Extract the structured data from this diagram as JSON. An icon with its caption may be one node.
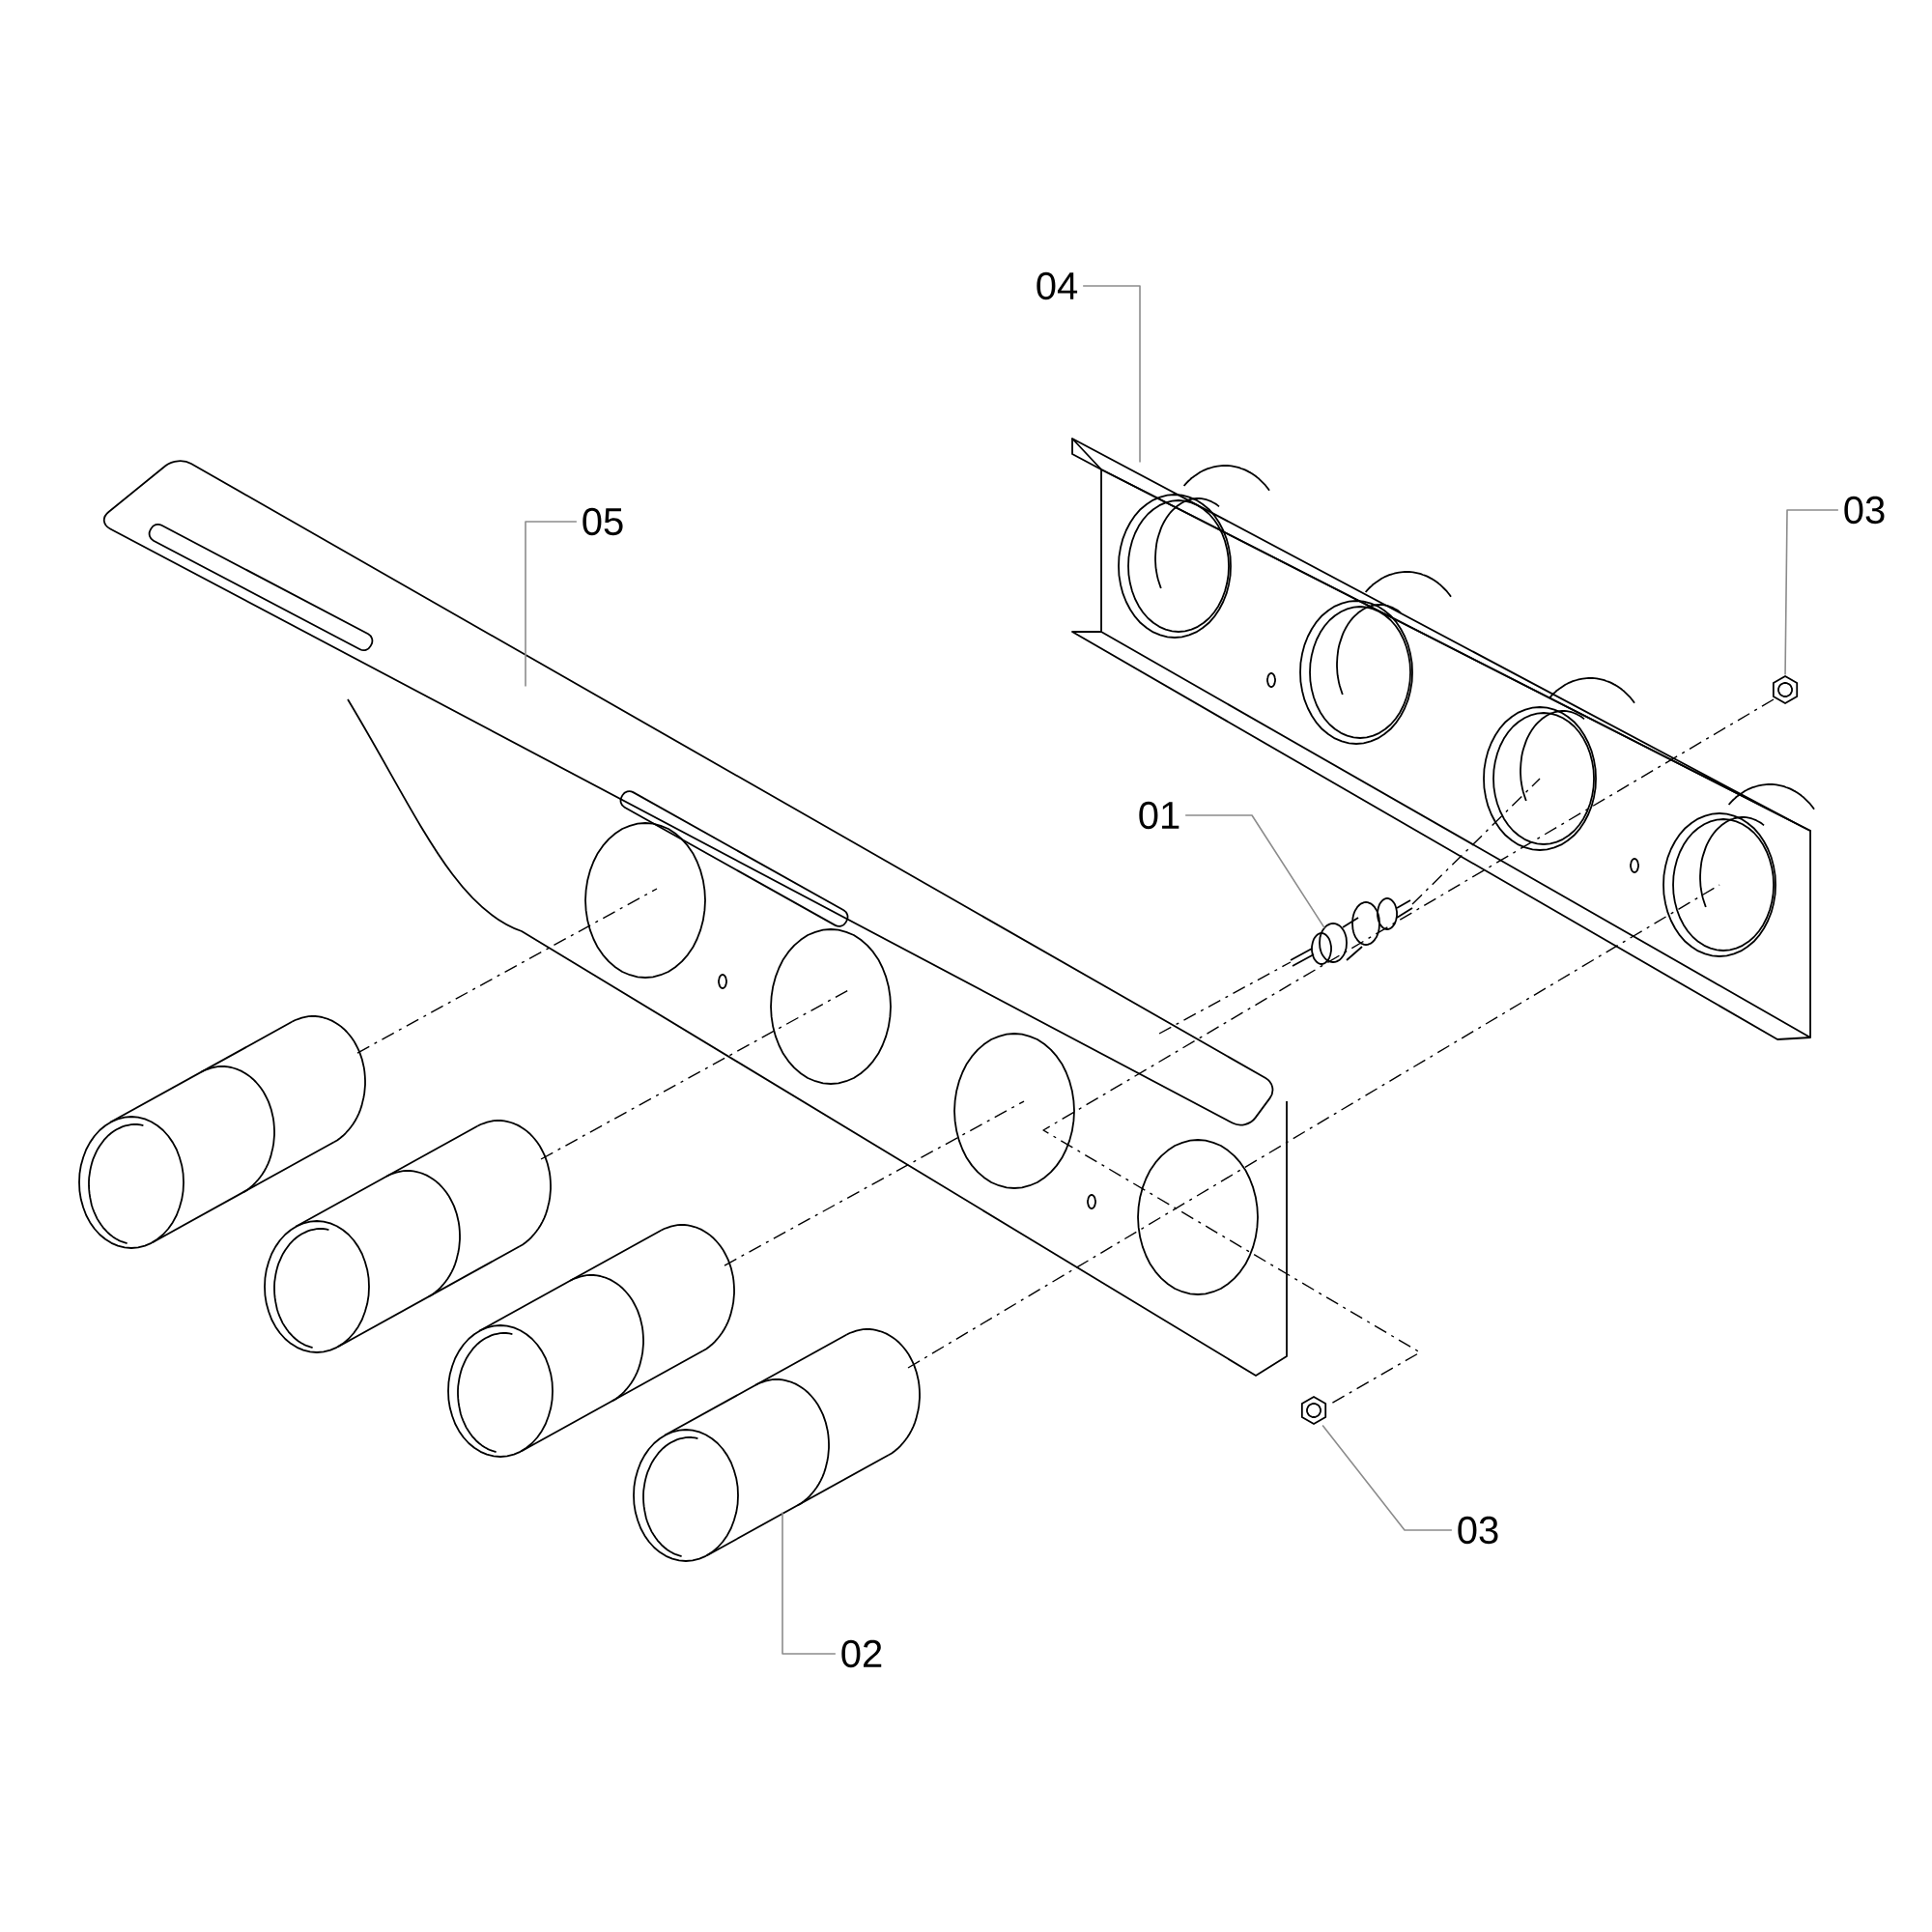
{
  "diagram": {
    "nodes": [
      {
        "text": [
          "04"
        ]
      },
      {
        "text": [
          "05"
        ]
      },
      {
        "text": [
          "03"
        ]
      },
      {
        "text": [
          "01"
        ]
      },
      {
        "text": [
          "03"
        ]
      },
      {
        "text": [
          "02"
        ]
      },
      {
        "text": [],
        "shape": "picture"
      },
      {
        "text": [],
        "shape": "picture"
      },
      {
        "text": [],
        "shape": "picture"
      },
      {
        "text": [],
        "shape": "picture"
      },
      {
        "text": [],
        "shape": "picture"
      },
      {
        "text": [],
        "shape": "picture"
      }
    ],
    "edges": [
      {
        "from": 0,
        "to": 6,
        "arrow": "none"
      },
      {
        "from": 1,
        "to": 7,
        "arrow": "none"
      },
      {
        "from": 2,
        "to": 8,
        "arrow": "none"
      },
      {
        "from": 3,
        "to": 9,
        "arrow": "none"
      },
      {
        "from": 4,
        "to": 10,
        "arrow": "none"
      },
      {
        "from": 5,
        "to": 11,
        "arrow": "none"
      }
    ]
  }
}
